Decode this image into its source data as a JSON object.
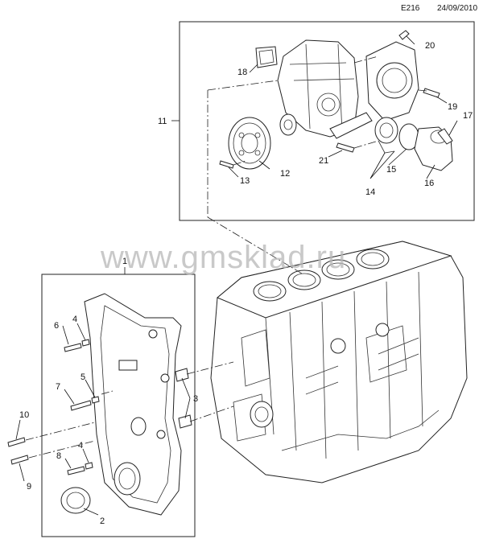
{
  "header": {
    "code": "E216",
    "date": "24/09/2010"
  },
  "watermark": "www.gmsklad.ru",
  "callouts": [
    "1",
    "2",
    "3",
    "4",
    "4",
    "5",
    "6",
    "7",
    "8",
    "9",
    "10",
    "11",
    "12",
    "13",
    "14",
    "15",
    "16",
    "17",
    "18",
    "19",
    "20",
    "21"
  ]
}
